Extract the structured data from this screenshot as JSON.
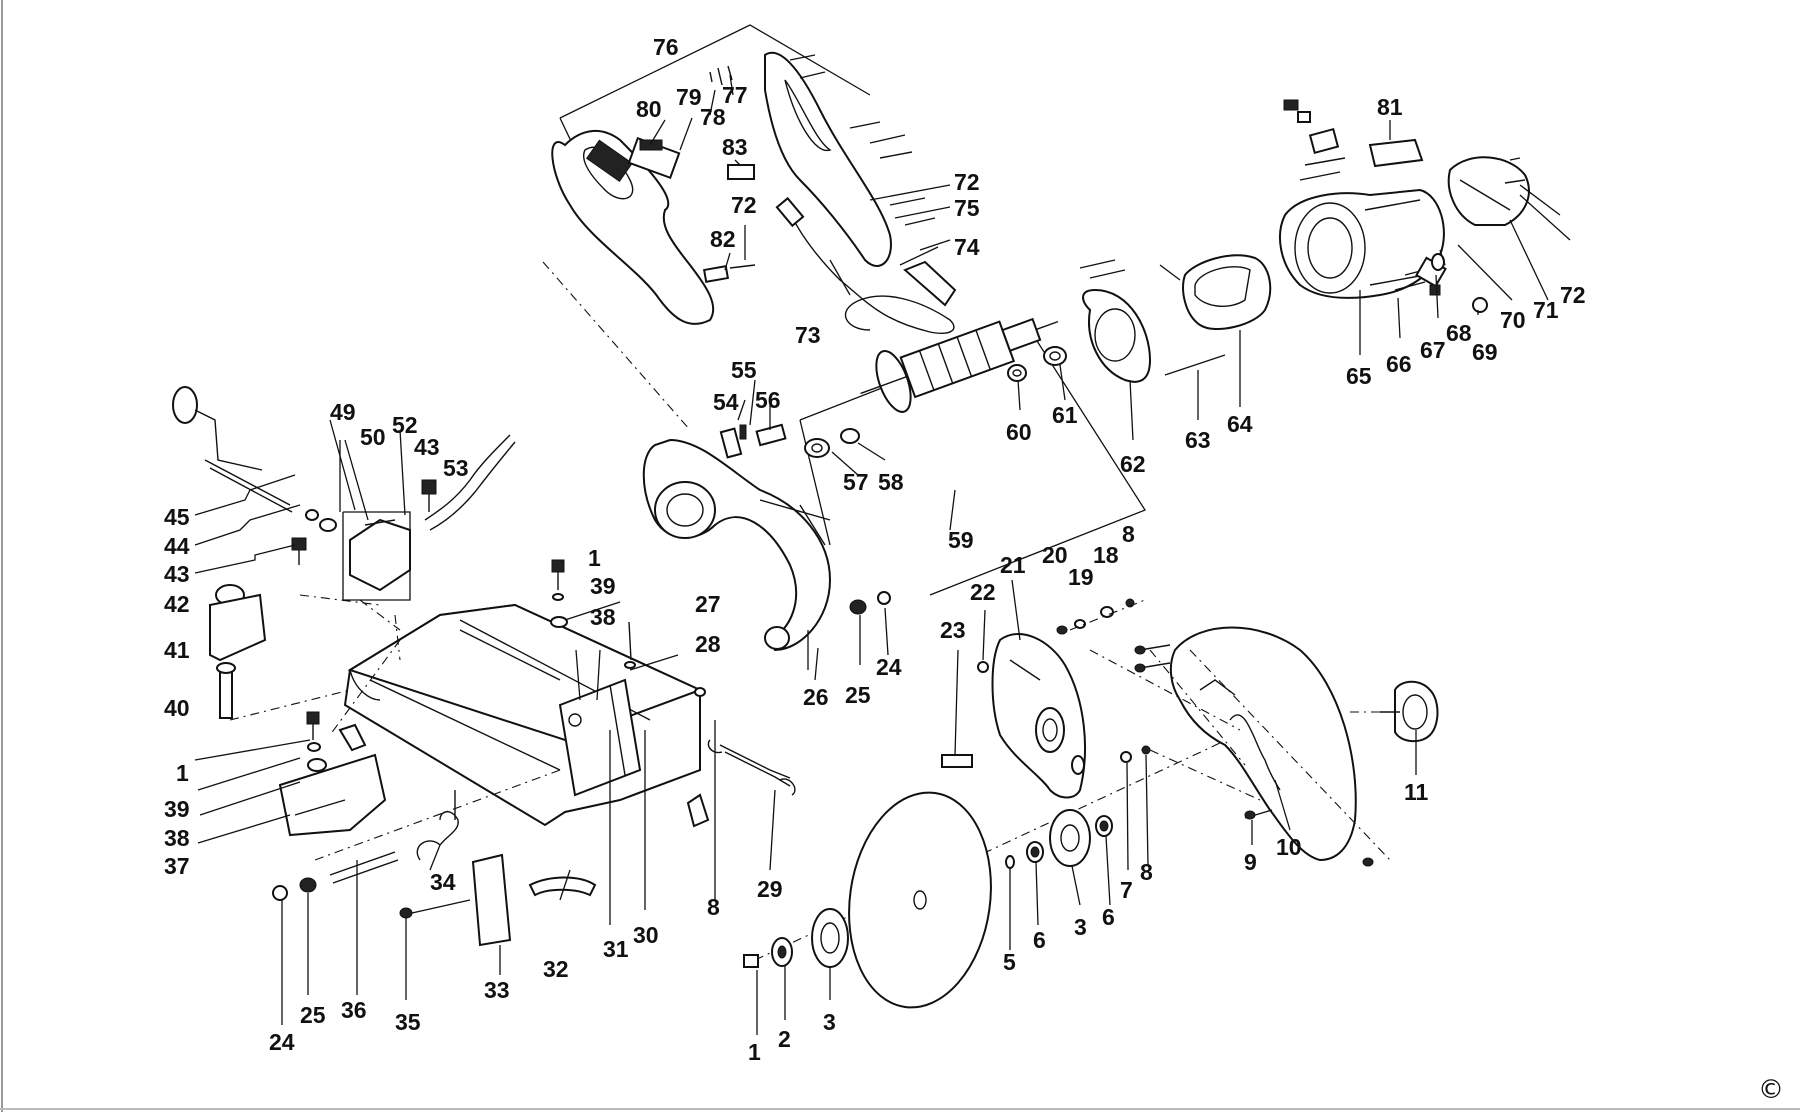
{
  "copyright_symbol": "©",
  "labels": {
    "l1a": "1",
    "l1b": "1",
    "l1c": "1",
    "l2": "2",
    "l3a": "3",
    "l3b": "3",
    "l5": "5",
    "l6a": "6",
    "l6b": "6",
    "l7": "7",
    "l8a": "8",
    "l8b": "8",
    "l8c": "8",
    "l9": "9",
    "l10": "10",
    "l11": "11",
    "l18": "18",
    "l19": "19",
    "l20": "20",
    "l21": "21",
    "l22": "22",
    "l23": "23",
    "l24a": "24",
    "l24b": "24",
    "l25a": "25",
    "l25b": "25",
    "l26": "26",
    "l27": "27",
    "l28": "28",
    "l29": "29",
    "l30": "30",
    "l31": "31",
    "l32": "32",
    "l33": "33",
    "l34": "34",
    "l35": "35",
    "l36": "36",
    "l37": "37",
    "l38a": "38",
    "l38b": "38",
    "l39a": "39",
    "l39b": "39",
    "l40": "40",
    "l41": "41",
    "l42": "42",
    "l43a": "43",
    "l43b": "43",
    "l44": "44",
    "l45": "45",
    "l49": "49",
    "l50": "50",
    "l52": "52",
    "l53": "53",
    "l54": "54",
    "l55": "55",
    "l56": "56",
    "l57": "57",
    "l58": "58",
    "l59": "59",
    "l60": "60",
    "l61": "61",
    "l62": "62",
    "l63": "63",
    "l64": "64",
    "l65": "65",
    "l66": "66",
    "l67": "67",
    "l68": "68",
    "l69": "69",
    "l70": "70",
    "l71": "71",
    "l72a": "72",
    "l72b": "72",
    "l72c": "72",
    "l73": "73",
    "l74": "74",
    "l75": "75",
    "l76": "76",
    "l77": "77",
    "l78": "78",
    "l79": "79",
    "l80": "80",
    "l81": "81",
    "l82": "82",
    "l83": "83"
  }
}
